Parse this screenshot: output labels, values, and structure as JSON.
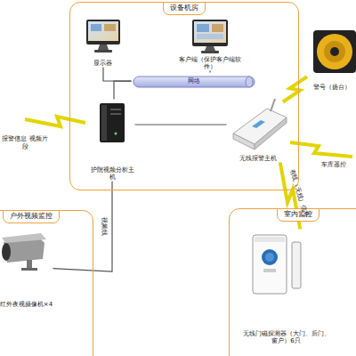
{
  "diagram": {
    "nodes": [
      {
        "text": [
          "设备机房"
        ]
      },
      {
        "text": [
          "显示器"
        ],
        "in": 0
      },
      {
        "text": [
          "客户端（保护客户端软件）"
        ],
        "in": 0
      },
      {
        "text": [
          "网络"
        ],
        "in": 0
      },
      {
        "text": [
          "护院视频分析主机"
        ],
        "in": 0
      },
      {
        "text": [
          "无线报警主机"
        ],
        "in": 0
      },
      {
        "text": [
          "警号（扬台）"
        ]
      },
      {
        "text": [
          "户外视频监控"
        ]
      },
      {
        "text": [
          "红外夜视摄像机×4"
        ],
        "in": 7
      },
      {
        "text": [
          "室内监控"
        ]
      },
      {
        "text": [
          "无线门磁探测器（大门、后门、窗户）6只"
        ],
        "in": 9
      }
    ],
    "edges": [
      {
        "from": 1,
        "to": 3,
        "arrow": "none"
      },
      {
        "from": 2,
        "to": 3,
        "arrow": "none"
      },
      {
        "from": 3,
        "to": 4,
        "arrow": "none"
      },
      {
        "from": 4,
        "to": 5,
        "arrow": "none"
      },
      {
        "from": 5,
        "to": 6,
        "arrow": "none"
      },
      {
        "from": 4,
        "to": 8,
        "label": "视频线",
        "arrow": "none"
      },
      {
        "from": 5,
        "to": 10,
        "label": "有线（无线）信号",
        "arrow": "none"
      }
    ],
    "labels": [
      "报警信息 视频片段",
      "车库遥控"
    ]
  }
}
